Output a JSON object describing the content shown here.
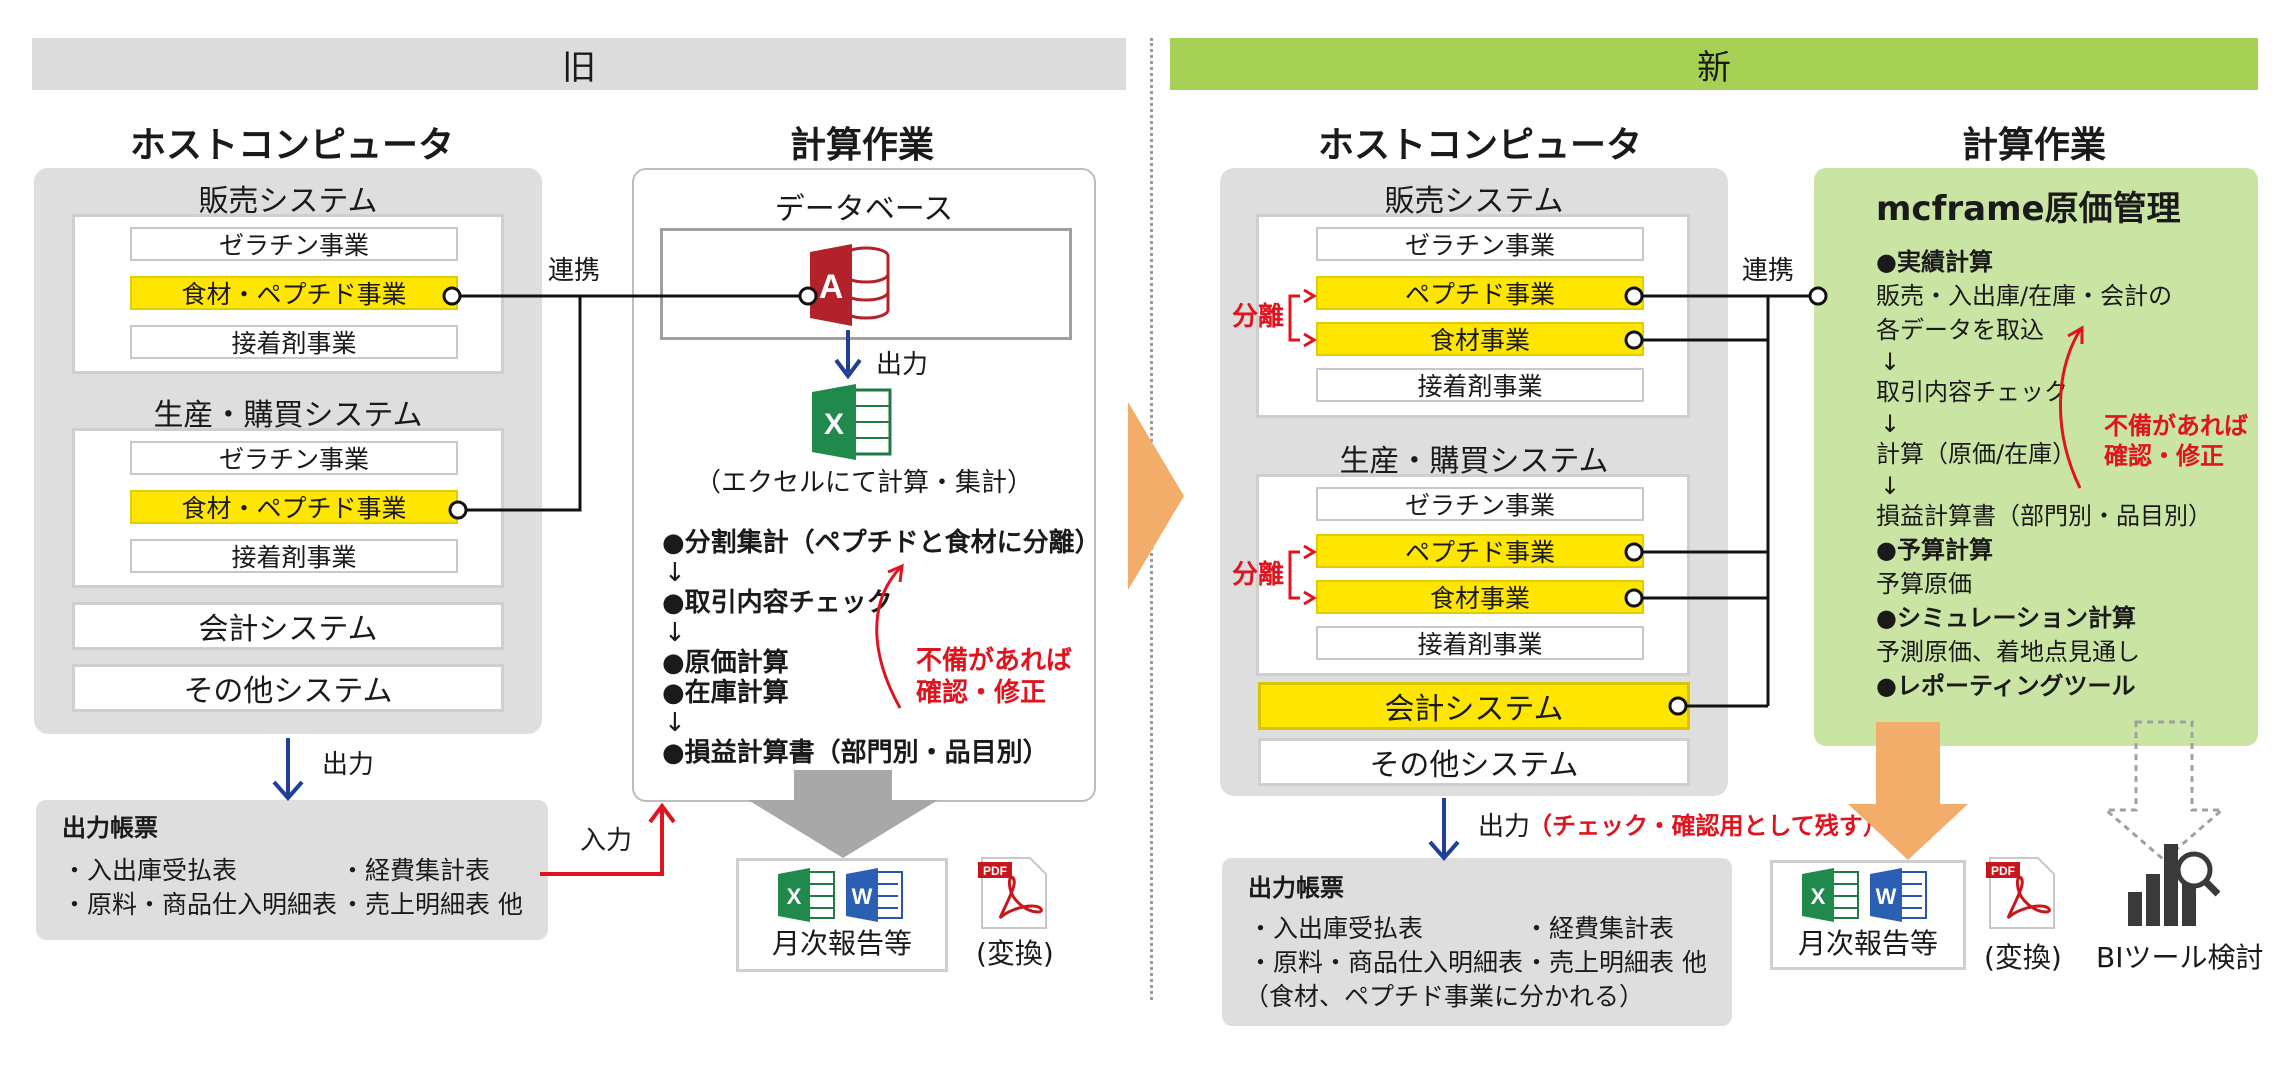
{
  "headers": {
    "old": "旧",
    "new": "新"
  },
  "old": {
    "host_title": "ホストコンピュータ",
    "calc_title": "計算作業",
    "sales_system": {
      "title": "販売システム",
      "items": [
        "ゼラチン事業",
        "食材・ペプチド事業",
        "接着剤事業"
      ]
    },
    "production_system": {
      "title": "生産・購買システム",
      "items": [
        "ゼラチン事業",
        "食材・ペプチド事業",
        "接着剤事業"
      ]
    },
    "accounting_system": "会計システム",
    "other_system": "その他システム",
    "link_label": "連携",
    "host_output_label": "出力",
    "database_title": "データベース",
    "db_output_label": "出力",
    "excel_note": "（エクセルにて計算・集計）",
    "steps": [
      "●分割集計（ペプチドと食材に分離）",
      "↓",
      "●取引内容チェック",
      "↓",
      "●原価計算",
      "●在庫計算",
      "↓",
      "●損益計算書（部門別・品目別）"
    ],
    "fix_note": [
      "不備があれば",
      "確認・修正"
    ],
    "output_docs": {
      "title": "出力帳票",
      "left": [
        "・入出庫受払表",
        "・原料・商品仕入明細表"
      ],
      "right": [
        "・経費集計表",
        "・売上明細表 他"
      ]
    },
    "input_label": "入力",
    "report_label": "月次報告等",
    "convert_label": "(変換)"
  },
  "new": {
    "host_title": "ホストコンピュータ",
    "calc_title": "計算作業",
    "sales_system": {
      "title": "販売システム",
      "items": [
        "ゼラチン事業",
        "ペプチド事業",
        "食材事業",
        "接着剤事業"
      ]
    },
    "production_system": {
      "title": "生産・購買システム",
      "items": [
        "ゼラチン事業",
        "ペプチド事業",
        "食材事業",
        "接着剤事業"
      ]
    },
    "split_label": "分離",
    "accounting_system": "会計システム",
    "other_system": "その他システム",
    "link_label": "連携",
    "mcframe": {
      "title": "mcframe原価管理",
      "lines": [
        "●実績計算",
        "販売・入出庫/在庫・会計の",
        "各データを取込",
        "↓",
        "取引内容チェック",
        "↓",
        "計算（原価/在庫）",
        "↓",
        "損益計算書（部門別・品目別）",
        "●予算計算",
        "予算原価",
        "●シミュレーション計算",
        "予測原価、着地点見通し",
        "●レポーティングツール"
      ],
      "fix_note": [
        "不備があれば",
        "確認・修正"
      ]
    },
    "output_label": "出力",
    "output_note": "（チェック・確認用として残す）",
    "output_docs": {
      "title": "出力帳票",
      "left": [
        "・入出庫受払表",
        "・原料・商品仕入明細表"
      ],
      "right": [
        "・経費集計表",
        "・売上明細表 他"
      ],
      "note": "（食材、ペプチド事業に分かれる）"
    },
    "report_label": "月次報告等",
    "convert_label": "(変換)",
    "bi_label": "BIツール検討"
  },
  "icons": {
    "access": "access-database-icon",
    "excel": "excel-icon",
    "word": "word-icon",
    "pdf": "pdf-icon",
    "bi": "bi-chart-magnifier-icon"
  },
  "colors": {
    "highlight": "#ffe600",
    "green_header": "#a7d155",
    "green_box": "#c9e4a3",
    "orange_arrow": "#f2ad6a",
    "red_text": "#e0141e",
    "blue_arrow": "#1f3f9a"
  }
}
